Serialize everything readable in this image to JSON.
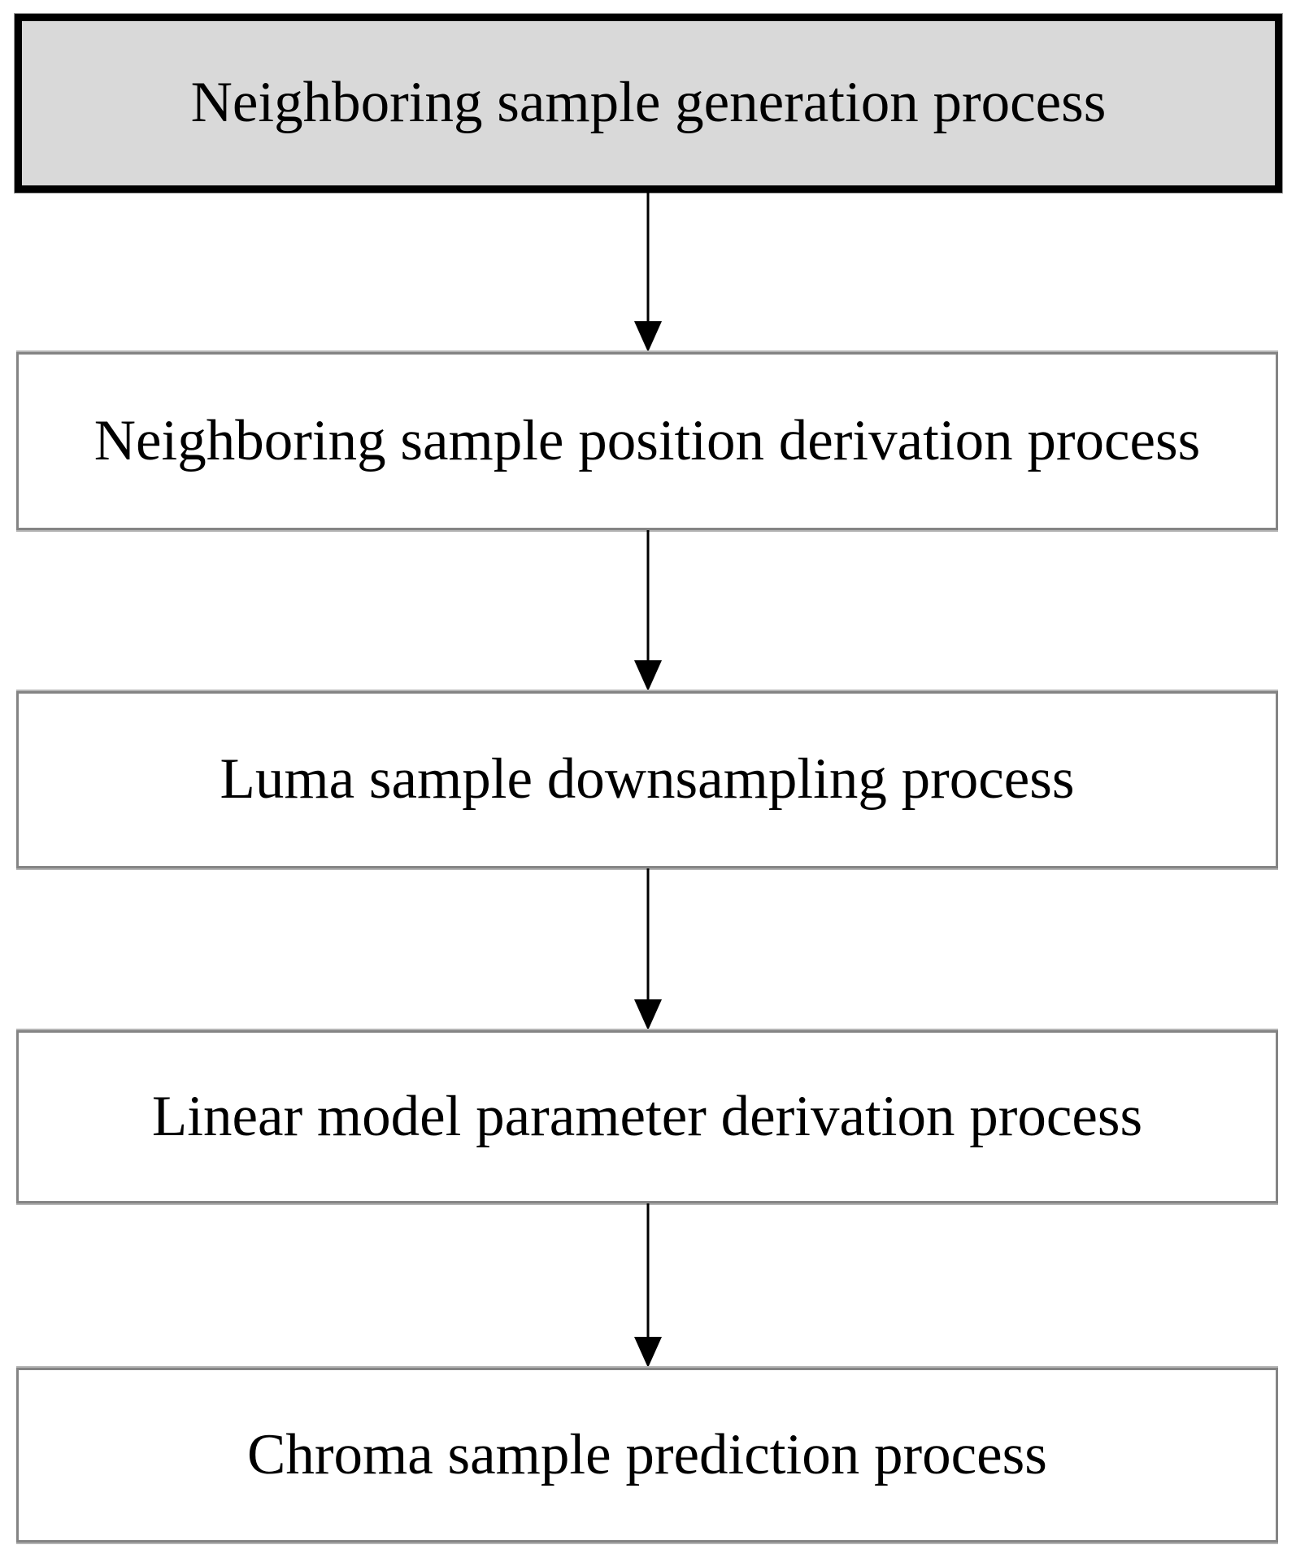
{
  "diagram": {
    "type": "flowchart",
    "direction": "top-to-bottom",
    "nodes": [
      {
        "label": "Neighboring sample generation process",
        "variant": "start",
        "fill": "#d9d9d9",
        "border": "#000000"
      },
      {
        "label": "Neighboring sample position derivation process",
        "variant": "process",
        "fill": "#ffffff",
        "border": "#848484"
      },
      {
        "label": "Luma sample downsampling process",
        "variant": "process",
        "fill": "#ffffff",
        "border": "#848484"
      },
      {
        "label": "Linear model parameter derivation process",
        "variant": "process",
        "fill": "#ffffff",
        "border": "#848484"
      },
      {
        "label": "Chroma sample prediction process",
        "variant": "process",
        "fill": "#ffffff",
        "border": "#848484"
      }
    ],
    "edges": [
      {
        "from": 0,
        "to": 1,
        "style": "arrow-down"
      },
      {
        "from": 1,
        "to": 2,
        "style": "arrow-down"
      },
      {
        "from": 2,
        "to": 3,
        "style": "arrow-down"
      },
      {
        "from": 3,
        "to": 4,
        "style": "arrow-down"
      }
    ],
    "colors": {
      "page_bg": "#ffffff",
      "start_fill": "#d9d9d9",
      "start_border": "#000000",
      "process_fill": "#ffffff",
      "process_border": "#848484",
      "arrow": "#000000",
      "text": "#000000"
    }
  }
}
